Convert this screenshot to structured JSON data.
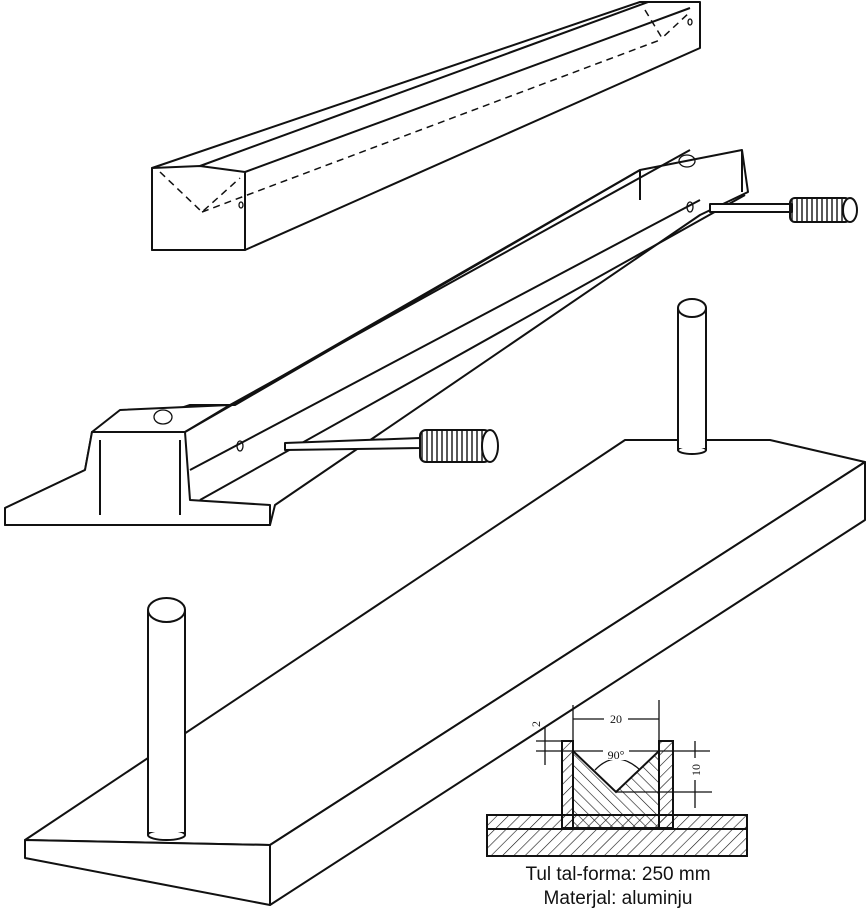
{
  "section_detail": {
    "dim_width": "20",
    "dim_lip": "2",
    "dim_depth": "10",
    "dim_angle": "90°"
  },
  "caption": {
    "line1": "Tul tal-forma: 250 mm",
    "line2": "Materjal: aluminju"
  }
}
